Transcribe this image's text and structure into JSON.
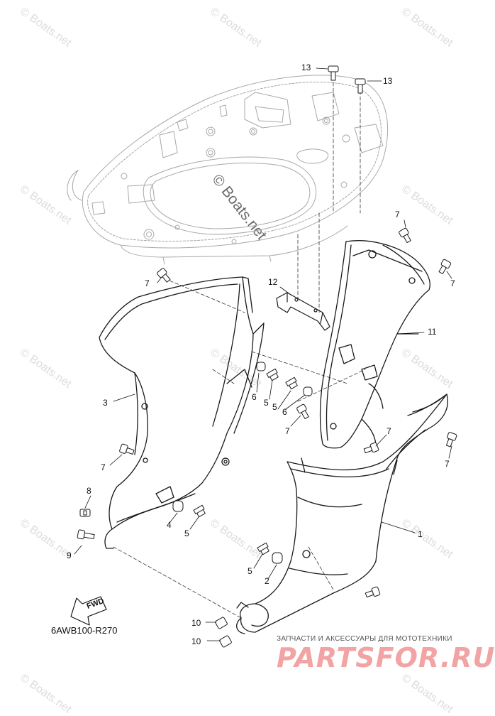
{
  "watermark": {
    "small_text": "© Boats.net",
    "big_text": "© Boats.net"
  },
  "callouts": [
    {
      "id": "c13a",
      "text": "13"
    },
    {
      "id": "c13b",
      "text": "13"
    },
    {
      "id": "c7a",
      "text": "7"
    },
    {
      "id": "c7b",
      "text": "7"
    },
    {
      "id": "c7c",
      "text": "7"
    },
    {
      "id": "c12",
      "text": "12"
    },
    {
      "id": "c11",
      "text": "11"
    },
    {
      "id": "c3",
      "text": "3"
    },
    {
      "id": "c6a",
      "text": "6"
    },
    {
      "id": "c5a",
      "text": "5"
    },
    {
      "id": "c5b",
      "text": "5"
    },
    {
      "id": "c6b",
      "text": "6"
    },
    {
      "id": "c7d",
      "text": "7"
    },
    {
      "id": "c7e",
      "text": "7"
    },
    {
      "id": "c7f",
      "text": "7"
    },
    {
      "id": "c7g",
      "text": "7"
    },
    {
      "id": "c8",
      "text": "8"
    },
    {
      "id": "c4",
      "text": "4"
    },
    {
      "id": "c5c",
      "text": "5"
    },
    {
      "id": "c1",
      "text": "1"
    },
    {
      "id": "c9",
      "text": "9"
    },
    {
      "id": "c5d",
      "text": "5"
    },
    {
      "id": "c2",
      "text": "2"
    },
    {
      "id": "c10a",
      "text": "10"
    },
    {
      "id": "c10b",
      "text": "10"
    }
  ],
  "fwd_label": "FWD",
  "reference_code": "6AWB100-R270",
  "brand": {
    "tagline": "ЗАПЧАСТИ И АКСЕССУАРЫ ДЛЯ МОТОТЕХНИКИ",
    "logo": "PARTSFOR.RU",
    "logo_color": "#f2a3a3"
  }
}
